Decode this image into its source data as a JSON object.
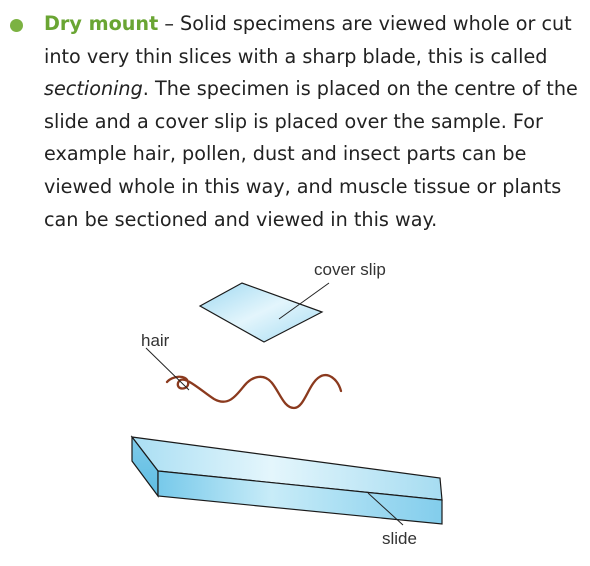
{
  "paragraph": {
    "term": "Dry mount",
    "dash": " – ",
    "text_a": "Solid specimens are viewed whole or cut into very thin slices with a sharp blade, this is called ",
    "italic": "sectioning",
    "text_b": ". The specimen is placed on the centre of the slide and a cover slip is placed over the sample. For example hair, pollen, dust and insect parts can be viewed whole in this way, and muscle tissue or plants can be sectioned and viewed in this way."
  },
  "diagram": {
    "labels": {
      "cover_slip": "cover slip",
      "hair": "hair",
      "slide": "slide"
    }
  },
  "colors": {
    "bullet": "#7cb242",
    "term": "#6aa533",
    "glass_fill": "#bfe8f7",
    "glass_edge": "#1a1a1a",
    "hair": "#8b3a1e"
  }
}
